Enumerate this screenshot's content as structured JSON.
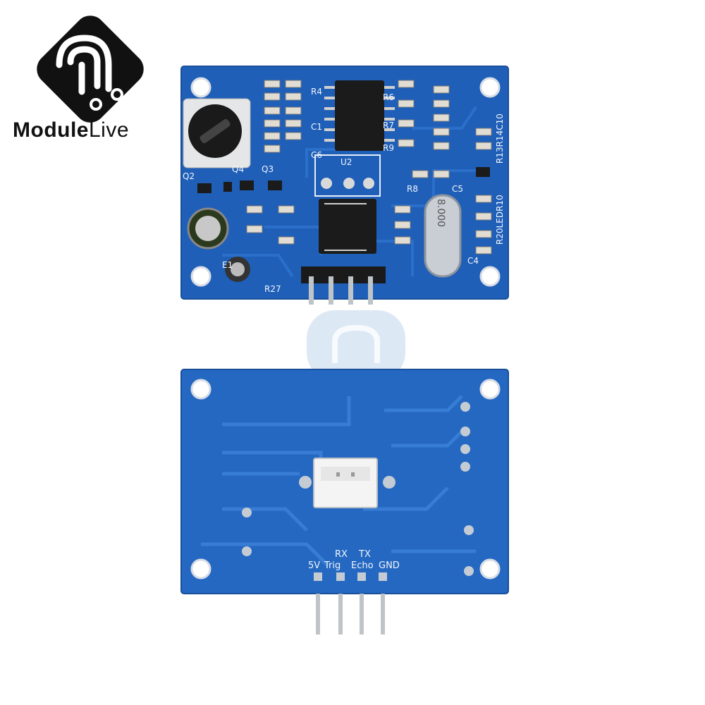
{
  "brand": {
    "name_part1": "Module",
    "name_part2": "Live",
    "accent": "#111111"
  },
  "top_board": {
    "color": "#1f5fb8",
    "labels": {
      "q2": "Q2",
      "q4": "Q4",
      "q3": "Q3",
      "r4": "R4",
      "c1": "C1",
      "c6": "C6",
      "r6": "R6",
      "r7": "R7",
      "r9": "R9",
      "u2": "U2",
      "r8": "R8",
      "c5": "C5",
      "c4": "C4",
      "r27": "R27",
      "e1": "E1",
      "side_top": "R13R14C10",
      "side_bottom": "R20LEDR10",
      "crystal": "8.000"
    }
  },
  "bottom_board": {
    "color": "#2468c2",
    "labels": {
      "rx": "RX",
      "tx": "TX",
      "v5": "5V",
      "trig": "Trig",
      "echo": "Echo",
      "gnd": "GND"
    }
  }
}
